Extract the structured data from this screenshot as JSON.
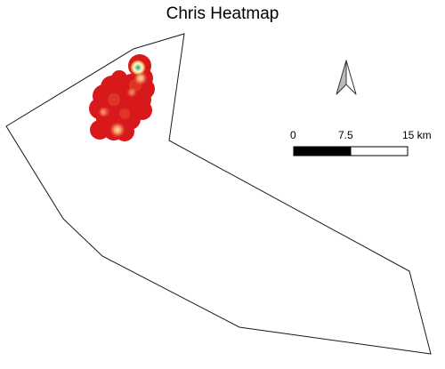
{
  "map": {
    "title": "Chris Heatmap"
  },
  "scale_bar": {
    "labels": [
      "0",
      "7.5",
      "15 km"
    ]
  },
  "north_arrow": {
    "icon": "north-arrow-icon"
  },
  "heatmap": {
    "ramp_colors": [
      "#d7191c",
      "#e85b3a",
      "#f99e59",
      "#fec980",
      "#ffedaa",
      "#c7e9ad",
      "#2b83ba"
    ]
  },
  "colors": {
    "boundary": "#000000",
    "scale_dark": "#000000",
    "scale_light": "#ffffff"
  }
}
